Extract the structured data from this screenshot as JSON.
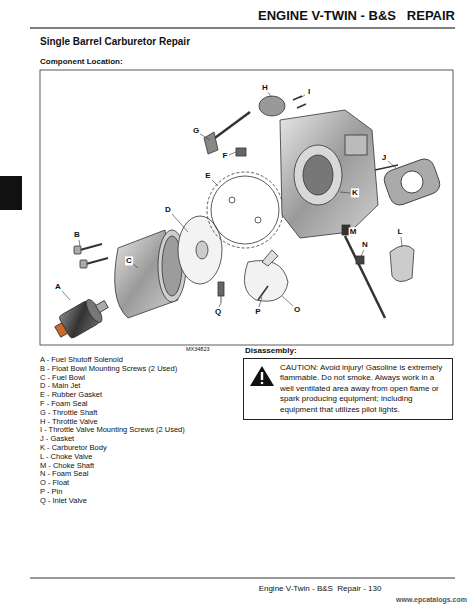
{
  "diagram": {
    "title": "ENGINE V-TWIN - B&S   REPAIR",
    "nodes": [
      {
        "text": [
          "CAUTION: Avoid injury! Gasoline is extremely flammable. Do not smoke. Always work in a well ventilated area away from open flame or spark producing equipment; including equipment that utilizes pilot lights."
        ]
      }
    ],
    "labels": [
      "Single Barrel Carburetor Repair",
      "Component Location:",
      "H",
      "I",
      "G",
      "F",
      "J",
      "E",
      "K",
      "D",
      "B",
      "C",
      "M",
      "N",
      "L",
      "A",
      "Q",
      "P",
      "O",
      "MX34823",
      "Disassembly:",
      "A - Fuel Shutoff Solenoid",
      "B - Float Bowl Mounting Screws (2 Used)",
      "C - Fuel Bowl",
      "D - Main Jet",
      "E - Rubber Gasket",
      "F - Foam Seal",
      "G - Throttle Shaft",
      "H - Throttle Valve",
      "I - Throttle Valve Mounting Screws (2 Used)",
      "J - Gasket",
      "K - Carburetor Body",
      "L - Choke Valve",
      "M - Choke Shaft",
      "N - Foam Seal",
      "O - Float",
      "P - Pin",
      "Q - Inlet Valve",
      "Engine V-Twin - B&S  Repair - 130",
      "www.epcatalogs.com"
    ]
  }
}
